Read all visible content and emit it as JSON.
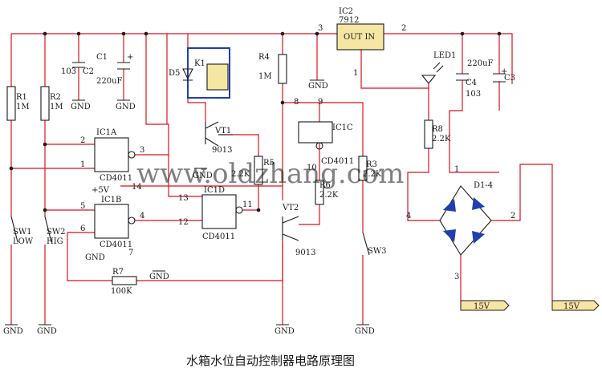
{
  "title": "水箱水位自动控制器电路原理图",
  "watermark": "www.oldzhang.com",
  "components": {
    "ic2_ref": "IC2",
    "ic2_value": "7912",
    "ic2_pins": "OUT IN",
    "ic2_pin_3": "3",
    "ic2_pin_2": "2",
    "ic2_pin_1": "1",
    "c1_ref": "C1",
    "c2_ref": "C2",
    "c2_value": "103",
    "c1_value": "220uF",
    "c1_plus": "+",
    "r1_ref": "R1",
    "r1_value": "1M",
    "r2_ref": "R2",
    "r2_value": "1M",
    "k1_ref": "K1",
    "d5_ref": "D5",
    "r4_ref": "R4",
    "r4_value": "1M",
    "vt1_ref": "VT1",
    "vt1_value": "9013",
    "ic1a_ref": "IC1A",
    "ic1a_type": "CD4011",
    "ic1a_pin_in1": "2",
    "ic1a_pin_in2": "1",
    "ic1a_pin_out": "3",
    "supply_plus": "+5V",
    "supply_pin": "14",
    "ic1b_ref": "IC1B",
    "ic1b_type": "CD4011",
    "ic1b_pin_in1": "5",
    "ic1b_pin_in2": "6",
    "ic1b_pin_out": "4",
    "ic1b_gnd": "GND",
    "ic1b_pin_gnd": "7",
    "ic1d_ref": "IC1D",
    "ic1d_type": "CD4011",
    "ic1d_pin_in1": "13",
    "ic1d_pin_in2": "12",
    "ic1d_pin_out": "11",
    "ic1c_ref": "IC1C",
    "ic1c_type": "CD4011",
    "ic1c_pin_a": "8",
    "ic1c_pin_b": "9",
    "ic1c_pin_out": "10",
    "r5_ref": "R5",
    "r5_value": "2.2K",
    "r6_ref": "R6",
    "r6_value": "2.2K",
    "vt2_ref": "VT2",
    "vt2_value": "9013",
    "r3_ref": "R3",
    "r3_value": "2.2K",
    "r7_ref": "R7",
    "r7_value": "100K",
    "sw1_ref": "SW1",
    "sw1_label": "LOW",
    "sw2_ref": "SW2",
    "sw2_label": "HIG",
    "sw3_ref": "SW3",
    "led1_ref": "LED1",
    "c4_ref": "C4",
    "c4_value": "103",
    "c3_ref": "C3",
    "c3_value": "220uF",
    "c3_plus": "+",
    "r8_ref": "R8",
    "r8_value": "2.2K",
    "bridge_ref": "D1-4",
    "bridge_pin_1": "1",
    "bridge_pin_2": "2",
    "bridge_pin_3": "3",
    "bridge_pin_4": "4",
    "ac_left": "15V",
    "ac_right": "15V",
    "gnd": "GND"
  }
}
